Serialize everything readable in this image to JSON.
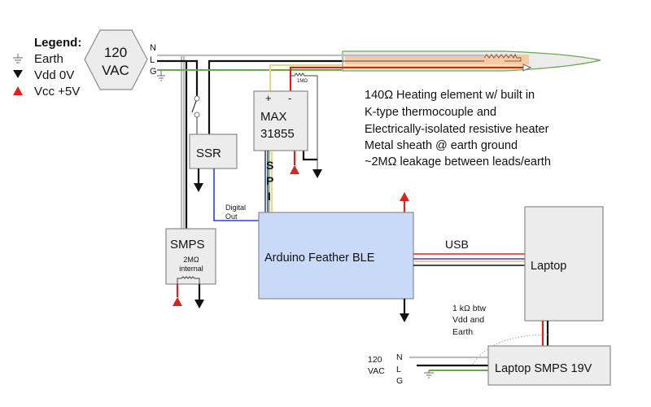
{
  "legend": {
    "title": "Legend:",
    "items": [
      {
        "symbol": "earth-ground",
        "label": "Earth"
      },
      {
        "symbol": "black-down-triangle",
        "label": "Vdd 0V"
      },
      {
        "symbol": "red-up-triangle",
        "label": "Vcc +5V"
      }
    ]
  },
  "mains_source": {
    "line1": "120",
    "line2": "VAC",
    "terminals": [
      "N",
      "L",
      "G"
    ]
  },
  "ssr": {
    "label": "SSR"
  },
  "max": {
    "line1": "MAX",
    "line2": "31855",
    "plus": "+",
    "minus": "-",
    "resistor": "1MΩ"
  },
  "spi": {
    "letters": [
      "S",
      "P",
      "I"
    ]
  },
  "digital_out": {
    "line1": "Digital",
    "line2": "Out"
  },
  "smps": {
    "label": "SMPS",
    "sub1": "2MΩ",
    "sub2": "internal"
  },
  "arduino": {
    "label": "Arduino Feather BLE"
  },
  "usb": {
    "label": "USB"
  },
  "laptop": {
    "label": "Laptop"
  },
  "laptop_smps": {
    "label": "Laptop SMPS 19V"
  },
  "laptop_mains": {
    "line1": "120",
    "line2": "VAC",
    "terminals": [
      "N",
      "L",
      "G"
    ]
  },
  "note_1k": {
    "lines": [
      "1 kΩ btw",
      "Vdd and",
      "Earth"
    ]
  },
  "heater_note": {
    "lines": [
      "140Ω Heating element w/ built in",
      "K-type thermocouple and",
      "Electrically-isolated resistive heater",
      "Metal sheath @ earth ground",
      "~2MΩ leakage between leads/earth"
    ]
  },
  "colors": {
    "box_fill": "#ececec",
    "arduino_fill": "#c9daf8",
    "vcc_red": "#e0201b",
    "vdd_black": "#111111",
    "earth_green": "#6aa84f",
    "neutral_grey": "#bdbdbd",
    "spi_blue": "#2a3fd6",
    "thermocouple_yellow": "#f2d27a",
    "heater_tan": "#f6c9a2"
  }
}
